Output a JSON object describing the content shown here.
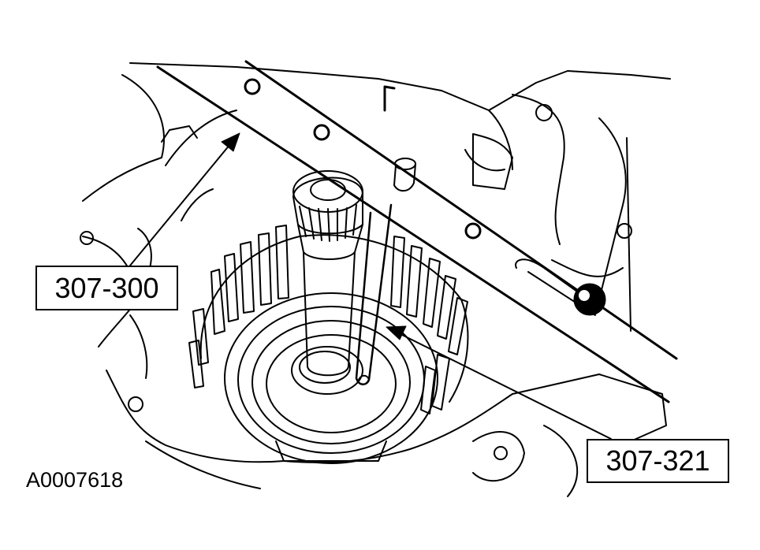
{
  "callouts": {
    "tool_a": "307-300",
    "tool_b": "307-321"
  },
  "figure_id": "A0007618",
  "colors": {
    "line": "#000000",
    "background": "#ffffff"
  }
}
